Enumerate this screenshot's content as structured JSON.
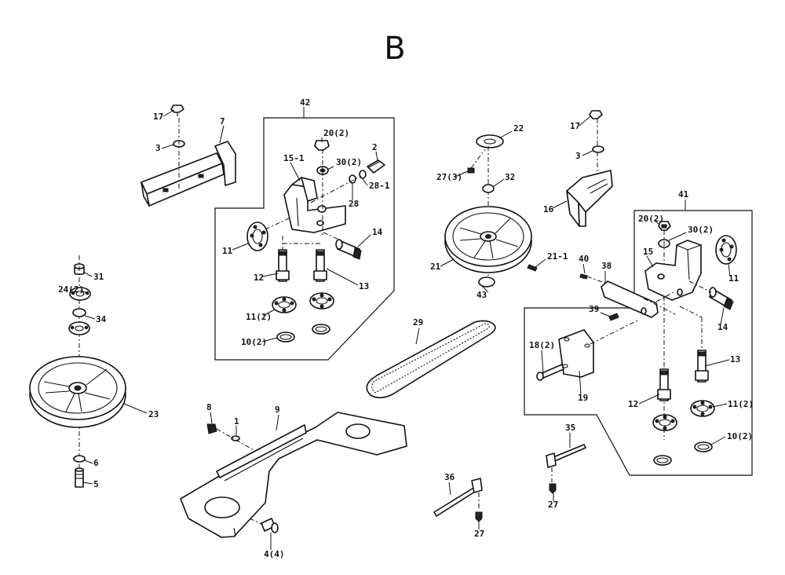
{
  "title": "B",
  "callouts": [
    "42",
    "17",
    "7",
    "3",
    "20(2)",
    "2",
    "15-1",
    "30(2)",
    "28-1",
    "28",
    "11",
    "14",
    "12",
    "13",
    "11(2)",
    "10(2)",
    "31",
    "24(2)",
    "34",
    "23",
    "6",
    "5",
    "8",
    "1",
    "9",
    "4(4)",
    "22",
    "27(3)",
    "32",
    "21",
    "21-1",
    "43",
    "29",
    "17",
    "3",
    "16",
    "41",
    "20(2)",
    "30(2)",
    "15",
    "11",
    "40",
    "38",
    "39",
    "14",
    "18(2)",
    "19",
    "13",
    "12",
    "11(2)",
    "10(2)",
    "35",
    "36",
    "27",
    "27"
  ]
}
